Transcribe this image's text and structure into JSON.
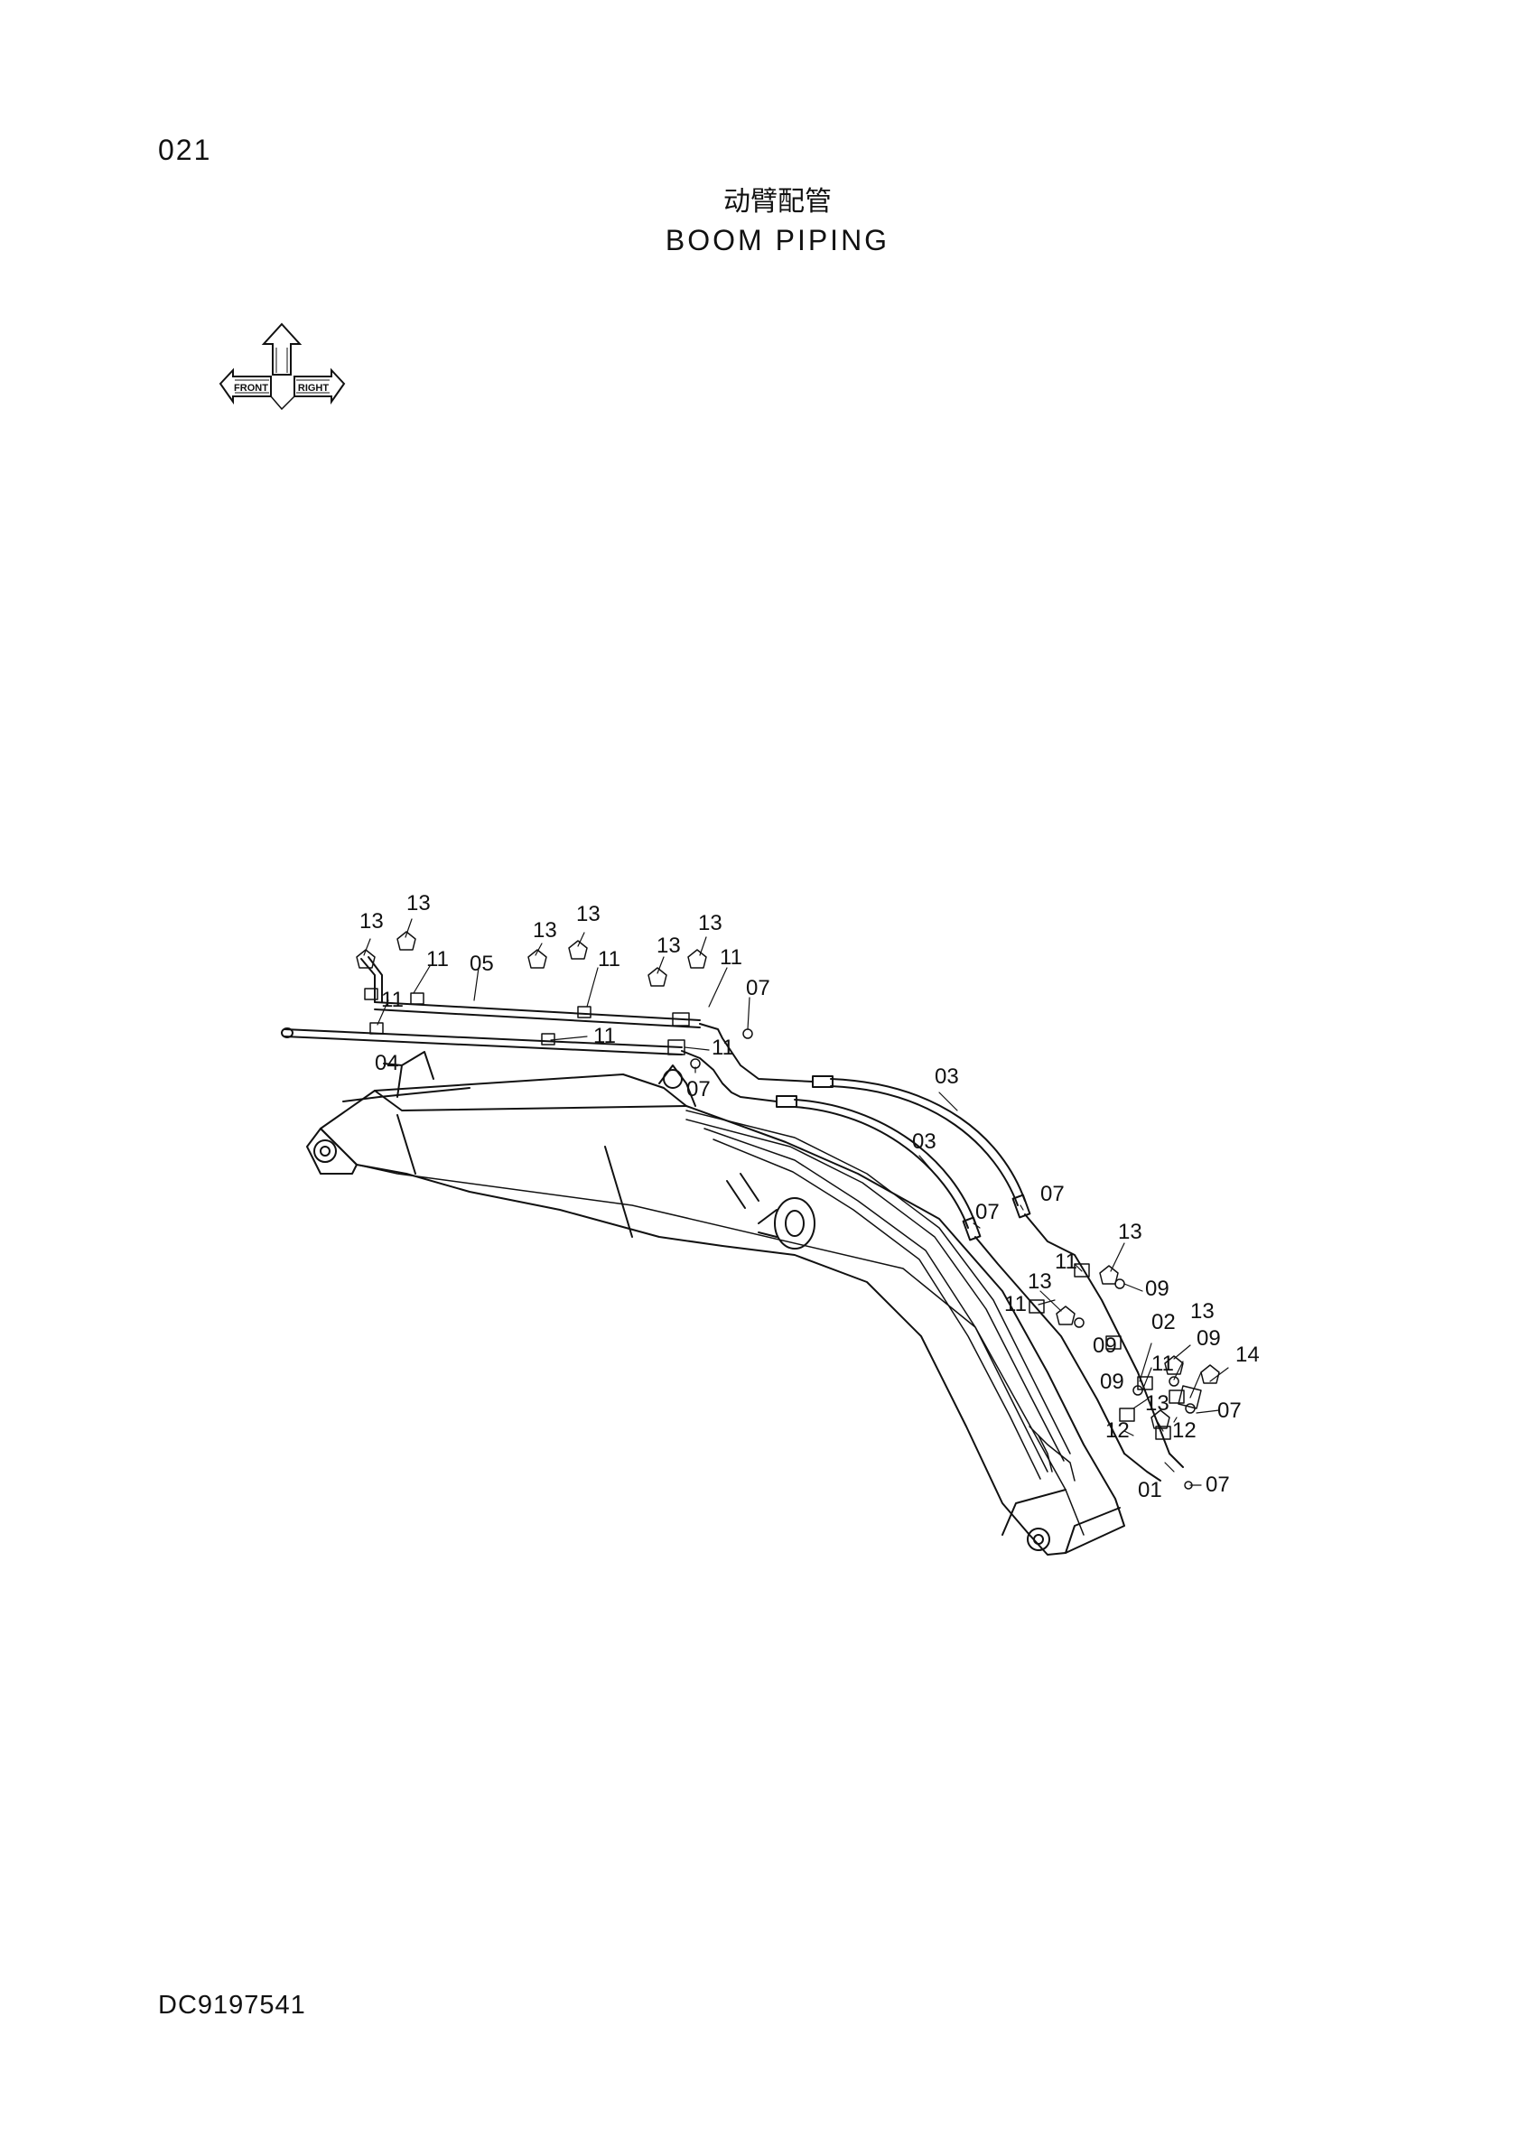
{
  "page": {
    "page_number": "021",
    "title_cn": "动臂配管",
    "title_en": "BOOM PIPING",
    "doc_code": "DC9197541"
  },
  "orientation_icon": {
    "icon": "front-right-orientation-icon",
    "labels": [
      "FRONT",
      "RIGHT"
    ]
  },
  "callouts": [
    {
      "id": "c1",
      "label": "13"
    },
    {
      "id": "c2",
      "label": "13"
    },
    {
      "id": "c3",
      "label": "11"
    },
    {
      "id": "c4",
      "label": "05"
    },
    {
      "id": "c5",
      "label": "13"
    },
    {
      "id": "c6",
      "label": "13"
    },
    {
      "id": "c7",
      "label": "11"
    },
    {
      "id": "c8",
      "label": "13"
    },
    {
      "id": "c9",
      "label": "13"
    },
    {
      "id": "c10",
      "label": "11"
    },
    {
      "id": "c11",
      "label": "07"
    },
    {
      "id": "c12",
      "label": "11"
    },
    {
      "id": "c13",
      "label": "11"
    },
    {
      "id": "c14",
      "label": "11"
    },
    {
      "id": "c15",
      "label": "04"
    },
    {
      "id": "c16",
      "label": "07"
    },
    {
      "id": "c17",
      "label": "03"
    },
    {
      "id": "c18",
      "label": "03"
    },
    {
      "id": "c19",
      "label": "07"
    },
    {
      "id": "c20",
      "label": "07"
    },
    {
      "id": "c21",
      "label": "13"
    },
    {
      "id": "c22",
      "label": "11"
    },
    {
      "id": "c23",
      "label": "13"
    },
    {
      "id": "c24",
      "label": "09"
    },
    {
      "id": "c25",
      "label": "11"
    },
    {
      "id": "c26",
      "label": "02"
    },
    {
      "id": "c27",
      "label": "13"
    },
    {
      "id": "c28",
      "label": "09"
    },
    {
      "id": "c29",
      "label": "09"
    },
    {
      "id": "c30",
      "label": "11"
    },
    {
      "id": "c31",
      "label": "14"
    },
    {
      "id": "c32",
      "label": "09"
    },
    {
      "id": "c33",
      "label": "13"
    },
    {
      "id": "c34",
      "label": "07"
    },
    {
      "id": "c35",
      "label": "12"
    },
    {
      "id": "c36",
      "label": "12"
    },
    {
      "id": "c37",
      "label": "01"
    },
    {
      "id": "c38",
      "label": "07"
    }
  ]
}
